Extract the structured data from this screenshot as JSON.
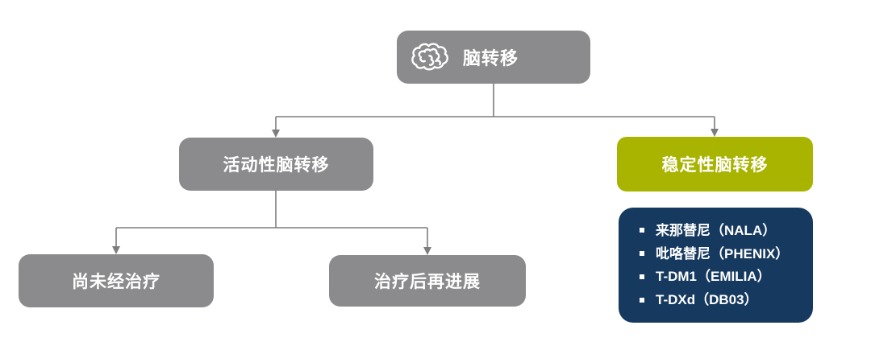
{
  "diagram": {
    "root": {
      "label": "脑转移",
      "icon": "brain-icon"
    },
    "nodes": {
      "active": "活动性脑转移",
      "stable": "稳定性脑转移",
      "untreated": "尚未经治疗",
      "progressed": "治疗后再进展"
    },
    "treatments": [
      "来那替尼（NALA）",
      "吡咯替尼（PHENIX）",
      "T-DM1（EMILIA）",
      "T-DXd（DB03）"
    ],
    "colors": {
      "node_gray": "#8b8b8e",
      "stable_olive": "#a8b400",
      "treatment_navy": "#16395f",
      "connector_gray": "#7d7d80",
      "text_white": "#ffffff",
      "page_bg": "#ffffff"
    }
  }
}
